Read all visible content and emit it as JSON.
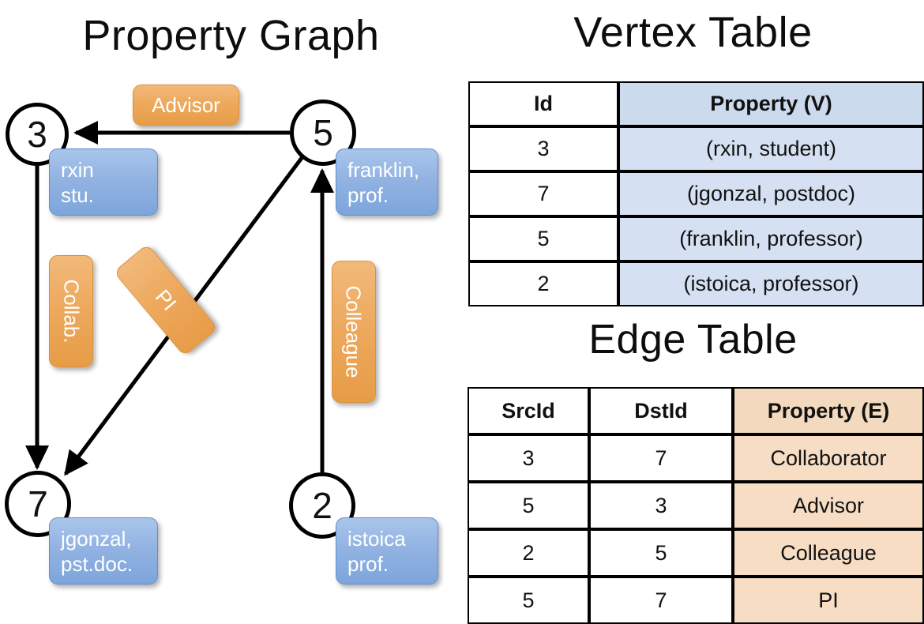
{
  "titles": {
    "property_graph": "Property Graph",
    "vertex_table": "Vertex Table",
    "edge_table": "Edge Table"
  },
  "graph": {
    "nodes": [
      {
        "id": "3",
        "property": "rxin\nstu.",
        "prop_line1": "rxin",
        "prop_line2": "stu."
      },
      {
        "id": "5",
        "property": "franklin,\nprof.",
        "prop_line1": "franklin,",
        "prop_line2": "prof."
      },
      {
        "id": "7",
        "property": "jgonzal,\npst.doc.",
        "prop_line1": "jgonzal,",
        "prop_line2": "pst.doc."
      },
      {
        "id": "2",
        "property": "istoica\nprof.",
        "prop_line1": "istoica",
        "prop_line2": "prof."
      }
    ],
    "edges": [
      {
        "src": "5",
        "dst": "3",
        "label": "Advisor",
        "orientation": "horizontal"
      },
      {
        "src": "3",
        "dst": "7",
        "label": "Collab.",
        "orientation": "vertical"
      },
      {
        "src": "5",
        "dst": "7",
        "label": "PI",
        "orientation": "diagonal"
      },
      {
        "src": "2",
        "dst": "5",
        "label": "Colleague",
        "orientation": "vertical"
      }
    ],
    "colors": {
      "node_stroke": "#000000",
      "node_fill": "#ffffff",
      "vertex_prop_box": "#92b3e2",
      "edge_prop_box": "#eda85c",
      "arrow": "#000000"
    }
  },
  "vertex_table": {
    "headers": [
      "Id",
      "Property (V)"
    ],
    "rows": [
      {
        "id": "3",
        "property": "(rxin, student)"
      },
      {
        "id": "7",
        "property": "(jgonzal, postdoc)"
      },
      {
        "id": "5",
        "property": "(franklin, professor)"
      },
      {
        "id": "2",
        "property": "(istoica, professor)"
      }
    ],
    "prop_cell_color": "#d5e1f2"
  },
  "edge_table": {
    "headers": [
      "SrcId",
      "DstId",
      "Property (E)"
    ],
    "rows": [
      {
        "src": "3",
        "dst": "7",
        "property": "Collaborator"
      },
      {
        "src": "5",
        "dst": "3",
        "property": "Advisor"
      },
      {
        "src": "2",
        "dst": "5",
        "property": "Colleague"
      },
      {
        "src": "5",
        "dst": "7",
        "property": "PI"
      }
    ],
    "prop_cell_color": "#f6ddc4"
  }
}
